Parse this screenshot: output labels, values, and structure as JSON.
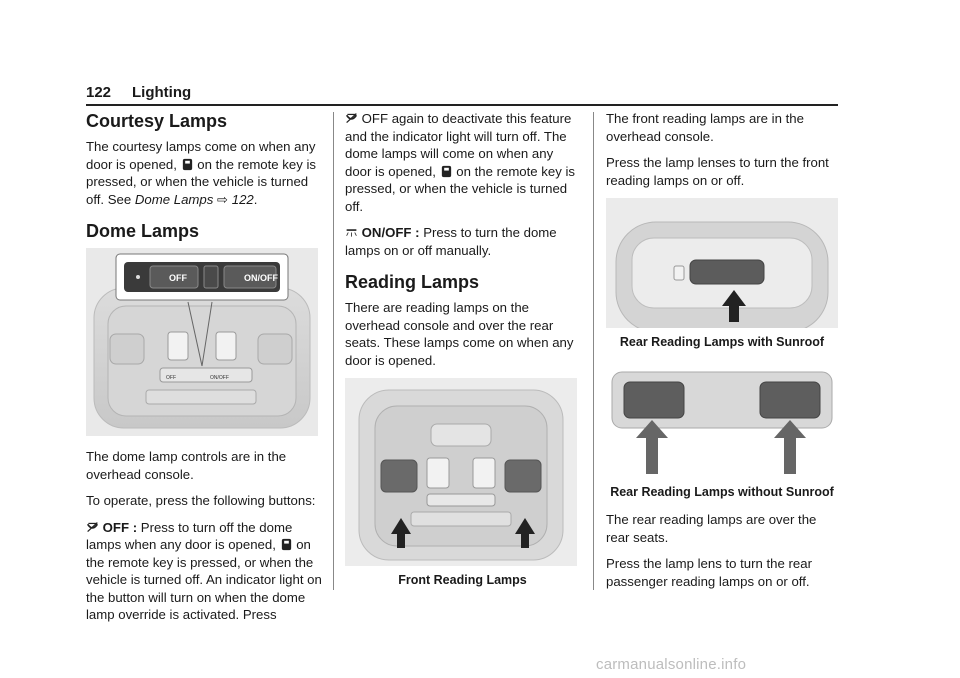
{
  "header": {
    "page_number": "122",
    "section": "Lighting"
  },
  "courtesy": {
    "heading": "Courtesy Lamps",
    "p1": "The courtesy lamps come on when any door is opened,",
    "p1b": "on the remote key is pressed, or when the vehicle is turned off. See",
    "see_link": "Dome Lamps",
    "see_page": "122",
    "key_icon": "key-fob-icon"
  },
  "dome": {
    "heading": "Dome Lamps",
    "panel_off_label": "OFF",
    "panel_onoff_label": "ON/OFF",
    "mini_off_label": "OFF",
    "mini_onoff_label": "ON/OFF",
    "p1": "The dome lamp controls are in the overhead console.",
    "p2": "To operate, press the following buttons:",
    "off_label": "OFF :",
    "off_text1": "Press to turn off the dome lamps when any door is opened,",
    "off_text2": "on the remote key is pressed, or when the vehicle is turned off. An indicator light on the button will turn on when the dome lamp override is activated. Press",
    "off_text3": "OFF again to deactivate this feature and the indicator light will turn off. The dome lamps will come on when any door is opened,",
    "off_text4": "on the remote key is pressed, or when the vehicle is turned off.",
    "onoff_label": "ON/OFF :",
    "onoff_text": "Press to turn the dome lamps on or off manually."
  },
  "reading": {
    "heading": "Reading Lamps",
    "p1": "There are reading lamps on the overhead console and over the rear seats. These lamps come on when any door is opened.",
    "front_caption": "Front Reading Lamps",
    "p2": "The front reading lamps are in the overhead console.",
    "p3": "Press the lamp lenses to turn the front reading lamps on or off.",
    "rear_sunroof_caption": "Rear Reading Lamps with Sunroof",
    "rear_nosunroof_caption": "Rear Reading Lamps without Sunroof",
    "p4": "The rear reading lamps are over the rear seats.",
    "p5": "Press the lamp lens to turn the rear passenger reading lamps on or off."
  },
  "watermark": "carmanualsonline.info"
}
